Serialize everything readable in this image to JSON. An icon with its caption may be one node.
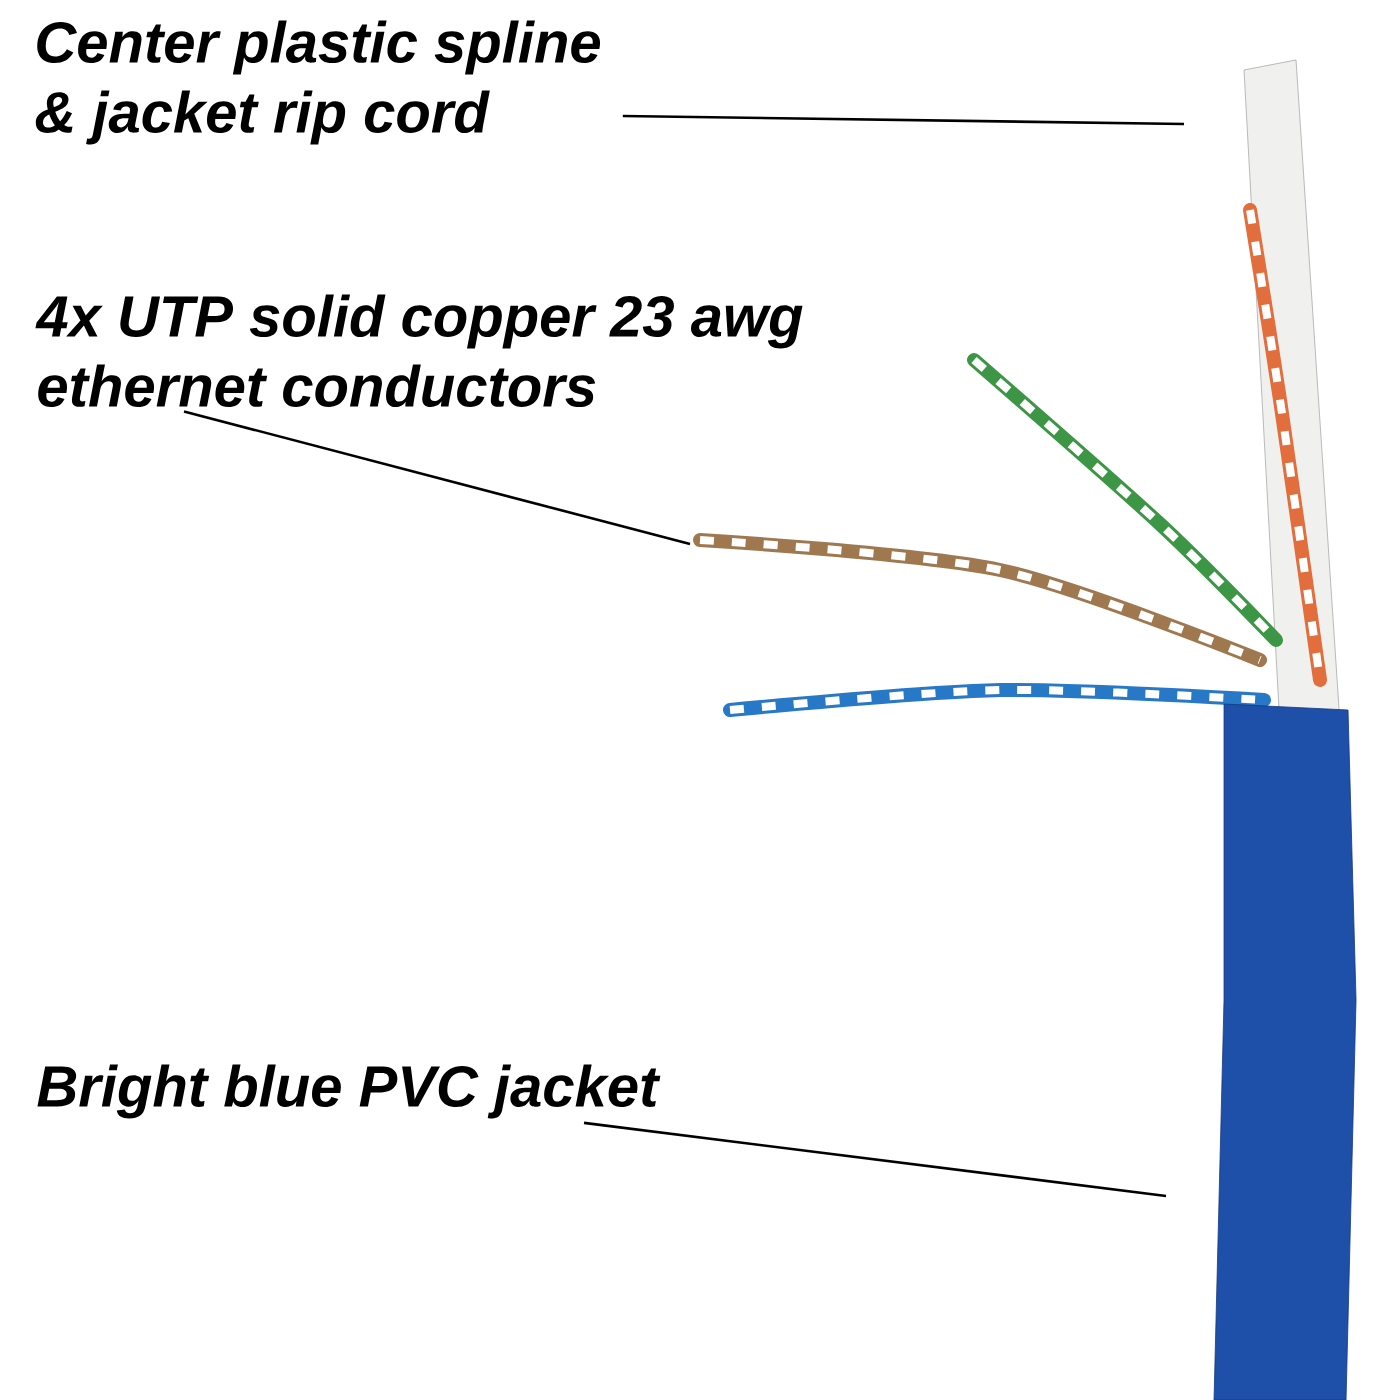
{
  "diagram": {
    "nodes": [
      {
        "text": [
          "Center plastic spline & jacket rip cord"
        ]
      },
      {
        "text": [
          "4x UTP solid copper 23 awg ethernet conductors"
        ]
      },
      {
        "text": [
          "Bright blue PVC jacket"
        ]
      }
    ],
    "edges": [
      {
        "from": 0,
        "to": null,
        "arrow": "none"
      },
      {
        "from": 1,
        "to": null,
        "arrow": "none"
      },
      {
        "from": 2,
        "to": null,
        "arrow": "none"
      }
    ]
  }
}
